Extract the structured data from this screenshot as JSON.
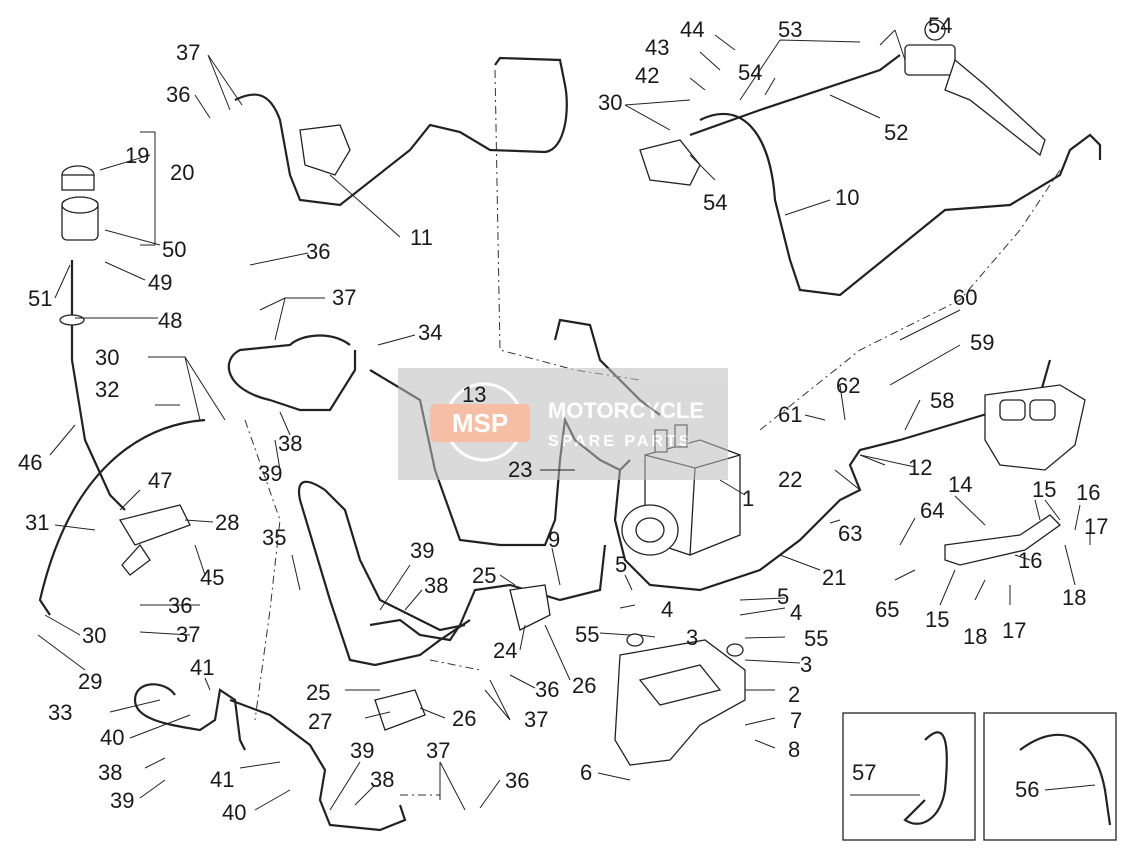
{
  "watermark": {
    "logo_text": "MSP",
    "line1": "MOTORCYCLE",
    "line2": "SPARE PARTS"
  },
  "labels": {
    "l1": "1",
    "l2": "2",
    "l3a": "3",
    "l3b": "3",
    "l4a": "4",
    "l4b": "4",
    "l5a": "5",
    "l5b": "5",
    "l6": "6",
    "l7": "7",
    "l8": "8",
    "l9": "9",
    "l10": "10",
    "l11": "11",
    "l12": "12",
    "l13": "13",
    "l14": "14",
    "l15a": "15",
    "l15b": "15",
    "l16a": "16",
    "l16b": "16",
    "l17a": "17",
    "l17b": "17",
    "l18a": "18",
    "l18b": "18",
    "l19": "19",
    "l20": "20",
    "l21": "21",
    "l22": "22",
    "l23": "23",
    "l24": "24",
    "l25a": "25",
    "l25b": "25",
    "l26a": "26",
    "l26b": "26",
    "l27": "27",
    "l28": "28",
    "l29": "29",
    "l30a": "30",
    "l30b": "30",
    "l30c": "30",
    "l31": "31",
    "l32": "32",
    "l33": "33",
    "l34": "34",
    "l35": "35",
    "l36a": "36",
    "l36b": "36",
    "l36c": "36",
    "l36d": "36",
    "l36e": "36",
    "l37a": "37",
    "l37b": "37",
    "l37c": "37",
    "l37d": "37",
    "l37e": "37",
    "l38a": "38",
    "l38b": "38",
    "l38c": "38",
    "l38d": "38",
    "l39a": "39",
    "l39b": "39",
    "l39c": "39",
    "l39d": "39",
    "l40a": "40",
    "l40b": "40",
    "l41a": "41",
    "l41b": "41",
    "l42": "42",
    "l43": "43",
    "l44": "44",
    "l45": "45",
    "l46": "46",
    "l47": "47",
    "l48": "48",
    "l49": "49",
    "l50": "50",
    "l51": "51",
    "l52": "52",
    "l53": "53",
    "l54a": "54",
    "l54b": "54",
    "l54c": "54",
    "l55a": "55",
    "l55b": "55",
    "l56": "56",
    "l57": "57",
    "l58": "58",
    "l59": "59",
    "l60": "60",
    "l61": "61",
    "l62": "62",
    "l63": "63",
    "l64": "64",
    "l65": "65"
  },
  "colors": {
    "line": "#222222",
    "watermark_orange": "#f08a5d",
    "watermark_grey": "#9a9a9a"
  }
}
